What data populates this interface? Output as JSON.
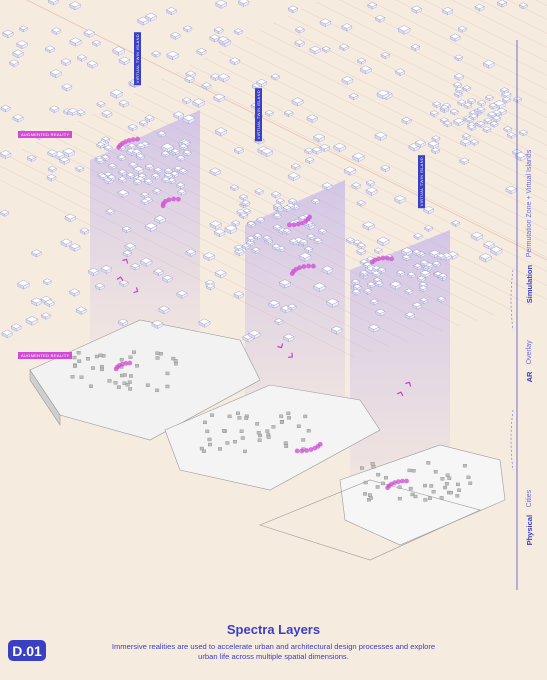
{
  "labels": {
    "vtwin_1": "VIRTUAL TWIN ISLAND",
    "vtwin_2": "VIRTUAL TWIN ISLAND",
    "vtwin_3": "VIRTUAL TWIN ISLAND",
    "ar_top": "AUGMENTED REALITY",
    "ar_mid": "AUGMENTED REALITY"
  },
  "side_axis": {
    "simulation_title": "Simulation",
    "simulation_sub": "Permutation Zone + Virtual Islands",
    "ar_title": "AR",
    "ar_sub": "Overlay",
    "physical_title": "Physical",
    "physical_sub": "Cities"
  },
  "footer": {
    "badge": "D.01",
    "title": "Spectra Layers",
    "description": "Immersive realities are used to accelerate urban and architectural design processes and explore urban life across multiple spatial dimensions."
  },
  "colors": {
    "background": "#f6ebdf",
    "accent_blue": "#3b3fc4",
    "accent_magenta": "#d24ad6",
    "grid": "#e8c8b8"
  }
}
